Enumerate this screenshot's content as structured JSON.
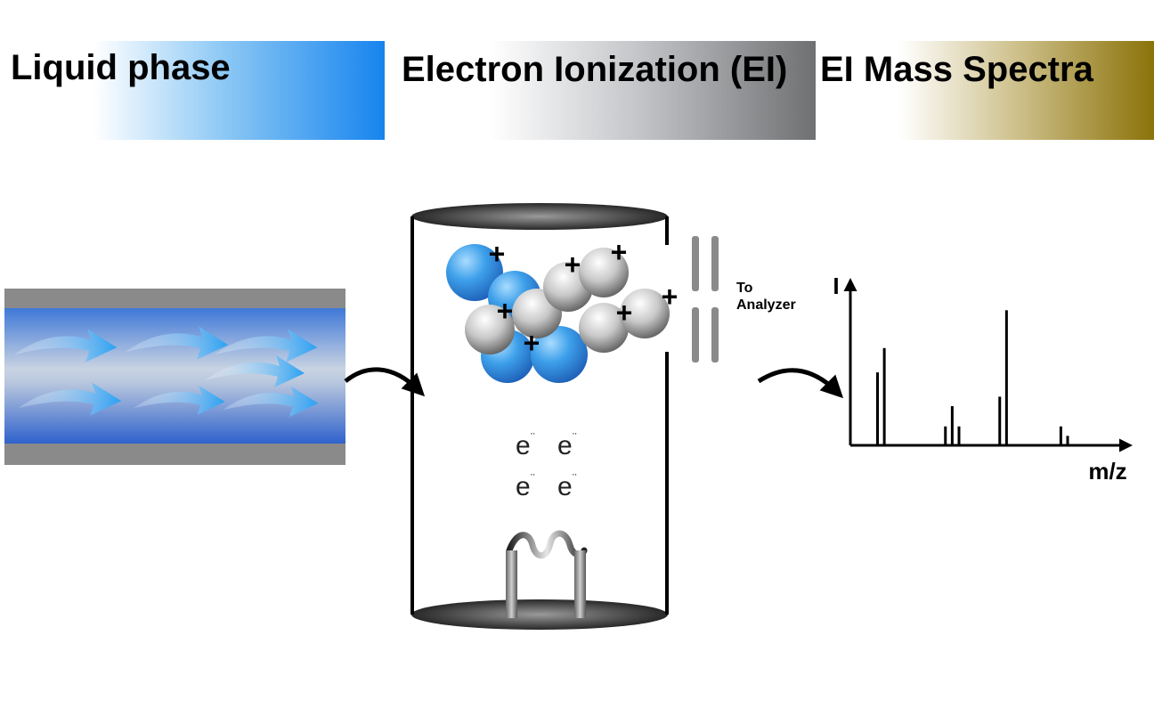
{
  "header": {
    "liquid_phase": "Liquid phase",
    "electron_ionization": "Electron Ionization (EI)",
    "ei_mass_spectra": "EI Mass Spectra"
  },
  "ion_source": {
    "electron_symbol": "e",
    "electron_superscript": "¨",
    "charge_symbol": "+",
    "analyzer_label_line1": "To",
    "analyzer_label_line2": "Analyzer"
  },
  "colors": {
    "liquid": "#1684ee",
    "ionization": "#6e7072",
    "spectra": "#8b7209",
    "atom_blue": "#2f8fe0",
    "atom_grey": "#c9c9c9"
  },
  "chart_data": {
    "type": "bar",
    "xlabel": "m/z",
    "ylabel": "I",
    "peaks": [
      {
        "x": 4,
        "y": 0.54
      },
      {
        "x": 5,
        "y": 0.72
      },
      {
        "x": 14,
        "y": 0.14
      },
      {
        "x": 15,
        "y": 0.29
      },
      {
        "x": 16,
        "y": 0.14
      },
      {
        "x": 22,
        "y": 0.36
      },
      {
        "x": 23,
        "y": 1.0
      },
      {
        "x": 31,
        "y": 0.14
      },
      {
        "x": 32,
        "y": 0.07
      }
    ],
    "xlim": [
      0,
      40
    ],
    "ylim": [
      0,
      1.2
    ]
  }
}
